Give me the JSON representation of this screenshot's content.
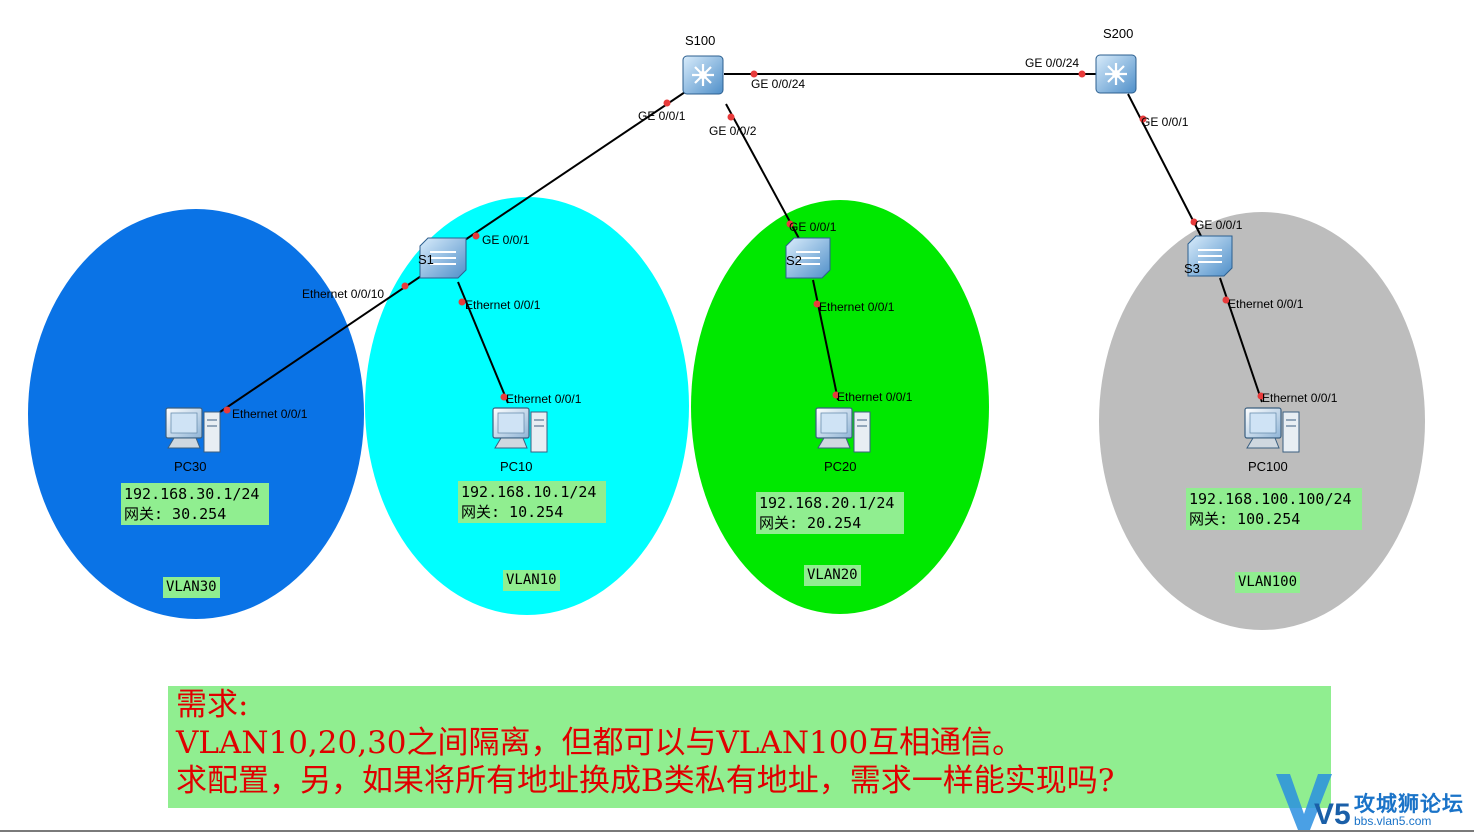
{
  "devices": {
    "s100": "S100",
    "s200": "S200",
    "s1": "S1",
    "s2": "S2",
    "s3": "S3",
    "pc30": "PC30",
    "pc10": "PC10",
    "pc20": "PC20",
    "pc100": "PC100"
  },
  "ports": {
    "s100_ge24": "GE 0/0/24",
    "s200_ge24": "GE 0/0/24",
    "s100_ge1": "GE 0/0/1",
    "s100_ge2": "GE 0/0/2",
    "s200_ge1": "GE 0/0/1",
    "s1_ge1": "GE 0/0/1",
    "s2_ge1": "GE 0/0/1",
    "s3_ge1": "GE 0/0/1",
    "s1_eth10": "Ethernet 0/0/10",
    "s1_eth1": "Ethernet 0/0/1",
    "s2_eth1": "Ethernet 0/0/1",
    "s3_eth1": "Ethernet 0/0/1",
    "pc30_eth1": "Ethernet 0/0/1",
    "pc10_eth1": "Ethernet 0/0/1",
    "pc20_eth1": "Ethernet 0/0/1",
    "pc100_eth1": "Ethernet 0/0/1"
  },
  "hosts": {
    "pc30": {
      "ip": "192.168.30.1/24",
      "gateway": "网关: 30.254"
    },
    "pc10": {
      "ip": "192.168.10.1/24",
      "gateway": "网关: 10.254"
    },
    "pc20": {
      "ip": "192.168.20.1/24",
      "gateway": "网关: 20.254"
    },
    "pc100": {
      "ip": "192.168.100.100/24",
      "gateway": "网关: 100.254"
    }
  },
  "vlans": {
    "vlan30": "VLAN30",
    "vlan10": "VLAN10",
    "vlan20": "VLAN20",
    "vlan100": "VLAN100"
  },
  "colors": {
    "vlan30": "#0a73e6",
    "vlan10": "#00ffff",
    "vlan20": "#00e800",
    "vlan100": "#bdbdbd",
    "label_bg": "#90ee90",
    "requirement_text": "#e00000",
    "port_dot": "#e83b3b"
  },
  "requirement": {
    "line1": "需求:",
    "line2": "VLAN10,20,30之间隔离，但都可以与VLAN100互相通信。",
    "line3": "求配置，另，如果将所有地址换成B类私有地址，需求一样能实现吗?"
  },
  "watermark": {
    "text": "攻城狮论坛",
    "url": "bbs.vlan5.com",
    "logo_mark": "V5"
  }
}
